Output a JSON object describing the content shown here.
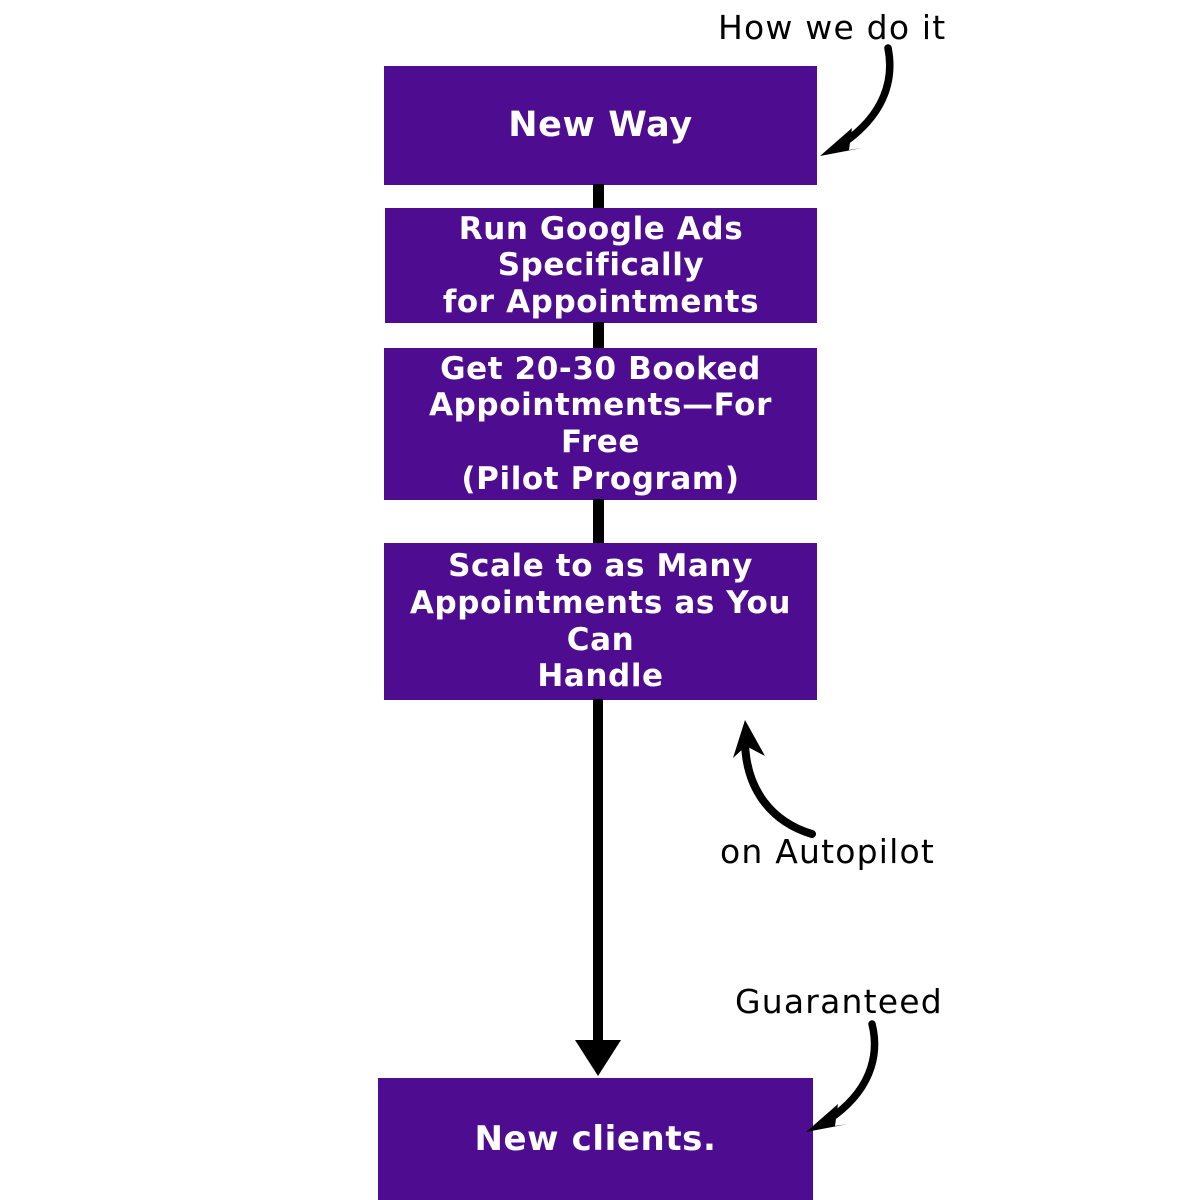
{
  "diagram": {
    "title": "New Way process flow",
    "background_color": "#ffffff",
    "node_color": "#4E0C91",
    "node_text_color": "#ffffff",
    "connector_color": "#000000",
    "annotation_color": "#000000",
    "nodes": [
      {
        "id": "new-way",
        "label": "New Way"
      },
      {
        "id": "run-ads",
        "label": "Run Google Ads Specifically\nfor Appointments"
      },
      {
        "id": "get-booked",
        "label": "Get 20-30 Booked\nAppointments—For Free\n(Pilot Program)"
      },
      {
        "id": "scale",
        "label": "Scale to as Many\nAppointments as You Can\nHandle"
      },
      {
        "id": "new-clients",
        "label": "New clients."
      }
    ],
    "annotations": [
      {
        "id": "how-we-do-it",
        "label": "How we do it",
        "arrow": "curved-arrow-down-left-icon"
      },
      {
        "id": "on-autopilot",
        "label": "on Autopilot",
        "arrow": "curved-arrow-up-icon"
      },
      {
        "id": "guaranteed",
        "label": "Guaranteed",
        "arrow": "curved-arrow-down-left-icon"
      }
    ],
    "connectors": [
      {
        "id": "conn-1",
        "from": "new-way",
        "to": "run-ads",
        "style": "bar"
      },
      {
        "id": "conn-2",
        "from": "run-ads",
        "to": "get-booked",
        "style": "bar"
      },
      {
        "id": "conn-3",
        "from": "get-booked",
        "to": "scale",
        "style": "bar"
      },
      {
        "id": "conn-long",
        "from": "scale",
        "to": "new-clients",
        "style": "line-with-arrowhead"
      }
    ]
  }
}
